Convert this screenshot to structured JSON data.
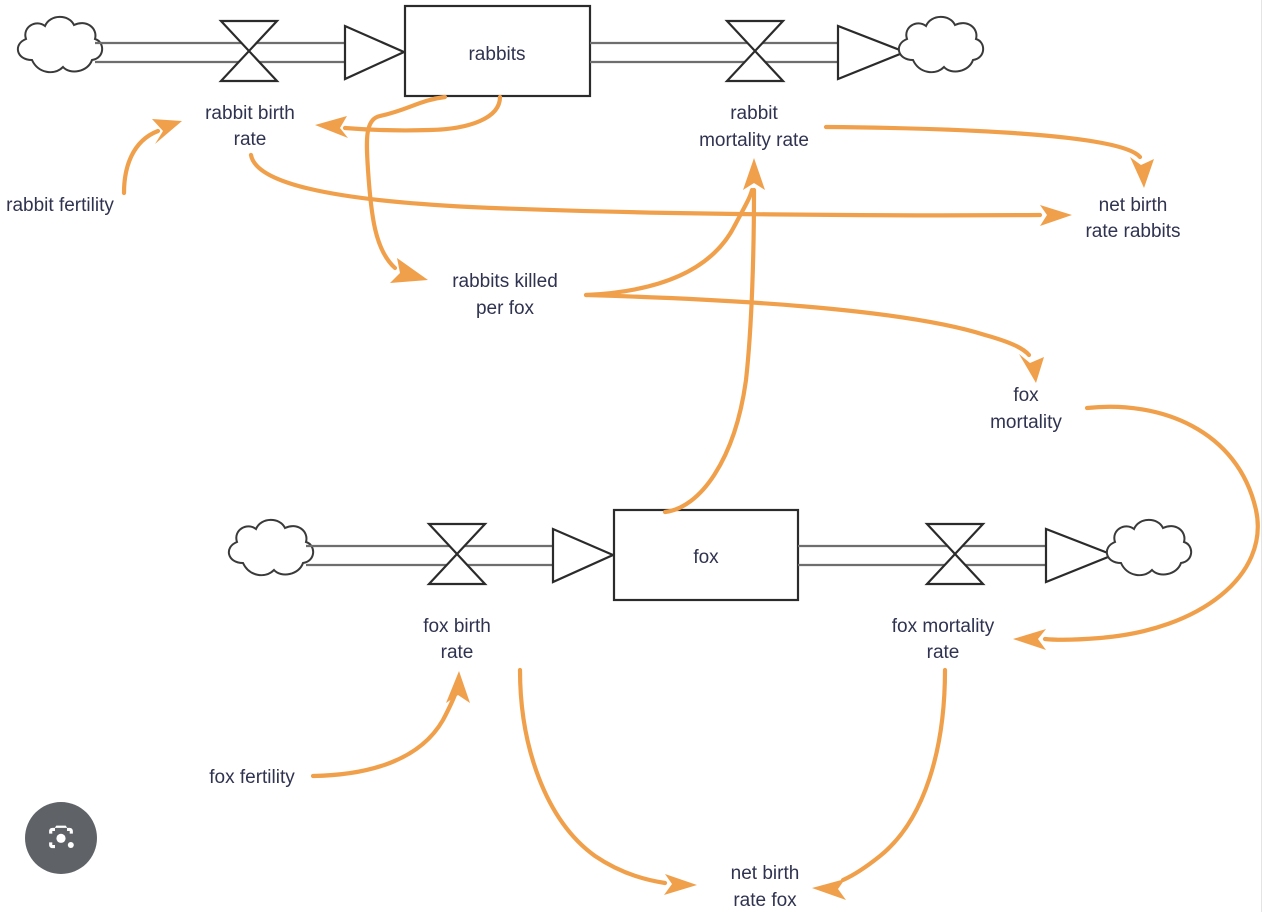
{
  "diagram": {
    "title": "predator-prey stock and flow diagram",
    "colors": {
      "link": "#f0a04b",
      "text": "#2f3350",
      "outline": "#2b2b2b",
      "pipe": "#6e6e6e",
      "background": "#ffffff",
      "lens_button": "#5f6368"
    },
    "stocks": [
      {
        "id": "rabbits",
        "label": "rabbits"
      },
      {
        "id": "fox",
        "label": "fox"
      }
    ],
    "flows": [
      {
        "id": "rabbit-birth-rate",
        "label": "rabbit birth\nrate",
        "line1": "rabbit birth",
        "line2": "rate"
      },
      {
        "id": "rabbit-mortality-rate",
        "label": "rabbit\nmortality rate",
        "line1": "rabbit",
        "line2": "mortality rate"
      },
      {
        "id": "fox-birth-rate",
        "label": "fox birth\nrate",
        "line1": "fox birth",
        "line2": "rate"
      },
      {
        "id": "fox-mortality-rate",
        "label": "fox mortality\nrate",
        "line1": "fox mortality",
        "line2": "rate"
      }
    ],
    "variables": [
      {
        "id": "rabbit-fertility",
        "label": "rabbit fertility",
        "line1": "rabbit fertility",
        "line2": ""
      },
      {
        "id": "rabbits-killed-per-fox",
        "label": "rabbits killed\nper fox",
        "line1": "rabbits killed",
        "line2": "per fox"
      },
      {
        "id": "net-birth-rate-rabbits",
        "label": "net birth\nrate rabbits",
        "line1": "net birth",
        "line2": "rate rabbits"
      },
      {
        "id": "fox-mortality",
        "label": "fox\nmortality",
        "line1": "fox",
        "line2": "mortality"
      },
      {
        "id": "fox-fertility",
        "label": "fox fertility",
        "line1": "fox fertility",
        "line2": ""
      },
      {
        "id": "net-birth-rate-fox",
        "label": "net birth\nrate fox",
        "line1": "net birth",
        "line2": "rate fox"
      }
    ],
    "links": [
      {
        "from": "rabbit-fertility",
        "to": "rabbit-birth-rate"
      },
      {
        "from": "rabbits",
        "to": "rabbit-birth-rate"
      },
      {
        "from": "rabbits",
        "to": "rabbits-killed-per-fox"
      },
      {
        "from": "rabbit-birth-rate",
        "to": "net-birth-rate-rabbits"
      },
      {
        "from": "rabbit-mortality-rate",
        "to": "net-birth-rate-rabbits"
      },
      {
        "from": "fox",
        "to": "rabbit-mortality-rate"
      },
      {
        "from": "rabbits-killed-per-fox",
        "to": "rabbit-mortality-rate"
      },
      {
        "from": "rabbits-killed-per-fox",
        "to": "fox-mortality"
      },
      {
        "from": "fox-mortality",
        "to": "fox-mortality-rate"
      },
      {
        "from": "fox-fertility",
        "to": "fox-birth-rate"
      },
      {
        "from": "fox-birth-rate",
        "to": "net-birth-rate-fox"
      },
      {
        "from": "fox-mortality-rate",
        "to": "net-birth-rate-fox"
      }
    ]
  },
  "overlay": {
    "lens_button_name": "google-lens-button"
  }
}
